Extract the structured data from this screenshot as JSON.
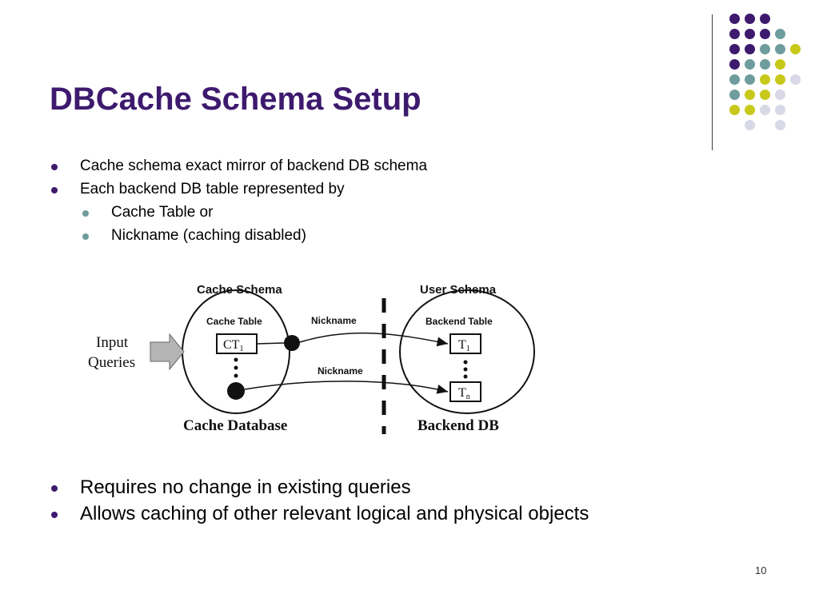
{
  "slide": {
    "title": "DBCache Schema Setup",
    "page_number": "10"
  },
  "bullets_top": [
    {
      "text": "Cache schema exact mirror of backend DB schema",
      "level": 1
    },
    {
      "text": "Each backend DB table represented by",
      "level": 1
    },
    {
      "text": "Cache Table or",
      "level": 2
    },
    {
      "text": "Nickname (caching disabled)",
      "level": 2
    }
  ],
  "bullets_bottom": [
    {
      "text": "Requires no change in existing queries",
      "level": 1
    },
    {
      "text": "Allows caching of other relevant logical and physical objects",
      "level": 1
    }
  ],
  "diagram": {
    "cache_schema_label": "Cache Schema",
    "user_schema_label": "User Schema",
    "cache_table_label": "Cache Table",
    "backend_table_label": "Backend Table",
    "nickname_top": "Nickname",
    "nickname_bottom": "Nickname",
    "input_line1": "Input",
    "input_line2": "Queries",
    "ct_box": "CT",
    "ct_sub": "1",
    "t1_box": "T",
    "t1_sub": "1",
    "tn_box": "T",
    "tn_sub": "n",
    "cache_db_label": "Cache Database",
    "backend_db_label": "Backend DB"
  },
  "theme": {
    "title_color": "#3d1a6e",
    "dot_colors": [
      "#3d1a6e",
      "#6f9c9c",
      "#c8c81a",
      "#d8d8e6"
    ]
  }
}
